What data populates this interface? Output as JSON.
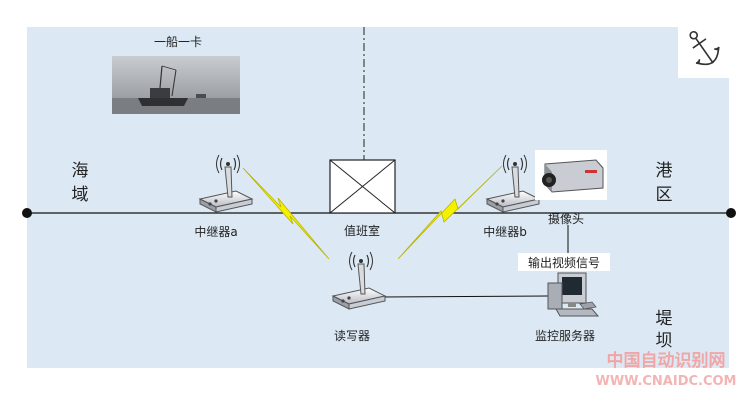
{
  "labels": {
    "boat_caption": "一船一卡",
    "sea_area": [
      "海",
      "域"
    ],
    "port_area": [
      "港",
      "区"
    ],
    "dam": [
      "堤",
      "坝"
    ],
    "repeater_a": "中继器a",
    "repeater_b": "中继器b",
    "duty_room": "值班室",
    "camera": "摄像头",
    "video_signal": "输出视频信号",
    "reader": "读写器",
    "monitor_server": "监控服务器"
  },
  "watermark": {
    "line1": "中国自动识别网",
    "line2": "WWW.CNAIDC.COM"
  },
  "colors": {
    "background": "#dce9f4",
    "lightning": "#f4f000",
    "line": "#111111",
    "watermark": "#f0a6a6"
  },
  "icons": [
    "anchor-icon",
    "antenna-device-icon",
    "camera-icon",
    "computer-icon",
    "fishing-boat-photo"
  ]
}
